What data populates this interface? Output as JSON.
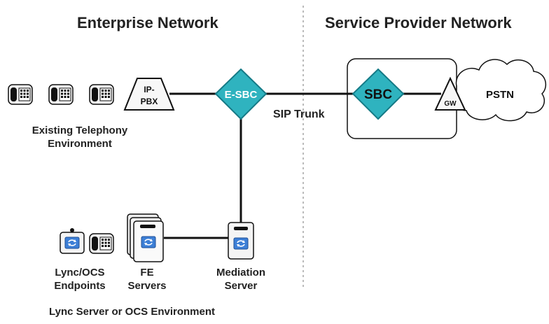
{
  "headings": {
    "enterprise": "Enterprise Network",
    "provider": "Service Provider Network"
  },
  "nodes": {
    "ippbx": [
      "IP-",
      "PBX"
    ],
    "esbc": "E-SBC",
    "sbc": "SBC",
    "gw": "GW",
    "pstn": "PSTN"
  },
  "links": {
    "sip_trunk": "SIP Trunk"
  },
  "labels": {
    "existing_telephony": [
      "Existing Telephony",
      "Environment"
    ],
    "lync_endpoints": [
      "Lync/OCS",
      "Endpoints"
    ],
    "fe_servers": [
      "FE",
      "Servers"
    ],
    "mediation_server": [
      "Mediation",
      "Server"
    ],
    "lync_environment": "Lync Server or OCS Environment"
  },
  "colors": {
    "diamond_fill": "#2fb3bf",
    "diamond_stroke": "#157a86",
    "line": "#111111",
    "screen_blue": "#3d7fd6",
    "divider": "#bbbbbb"
  }
}
